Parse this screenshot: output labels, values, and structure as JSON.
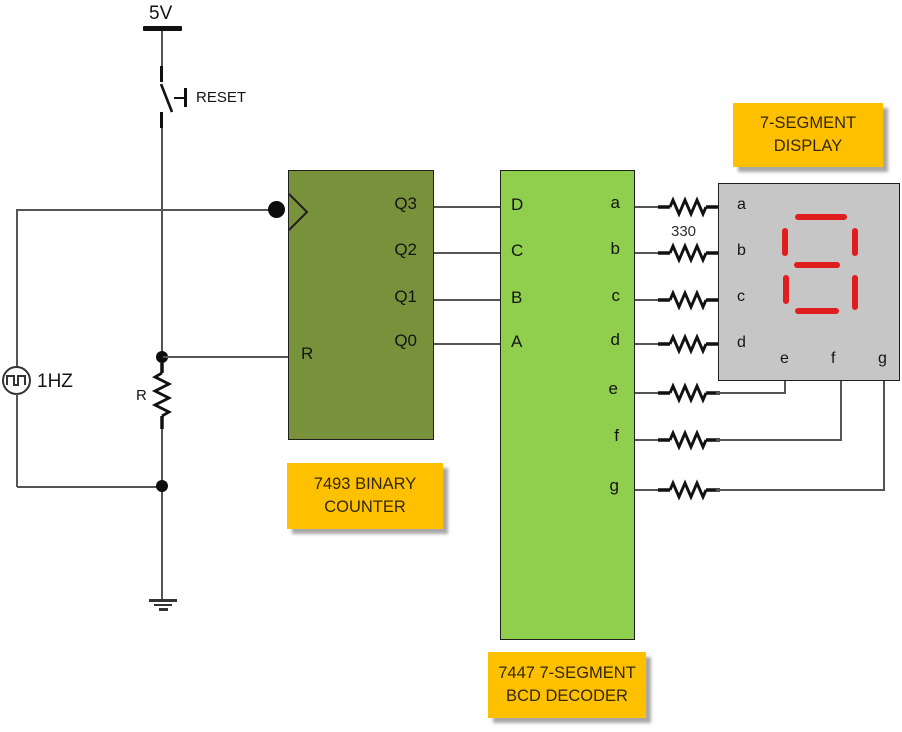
{
  "power": {
    "label": "5V"
  },
  "reset_switch": {
    "label": "RESET"
  },
  "clock_source": {
    "label": "1HZ",
    "icon": "square-wave"
  },
  "pullup_resistor": {
    "label": "R"
  },
  "series_resistor_value": "330",
  "counter": {
    "caption_line1": "7493 BINARY",
    "caption_line2": "COUNTER",
    "reset_pin": "R",
    "outputs": [
      "Q3",
      "Q2",
      "Q1",
      "Q0"
    ]
  },
  "decoder": {
    "caption_line1": "7447 7-SEGMENT",
    "caption_line2": "BCD DECODER",
    "inputs": [
      "D",
      "C",
      "B",
      "A"
    ],
    "outputs": [
      "a",
      "b",
      "c",
      "d",
      "e",
      "f",
      "g"
    ]
  },
  "display": {
    "caption_line1": "7-SEGMENT",
    "caption_line2": "DISPLAY",
    "pins_left": [
      "a",
      "b",
      "c",
      "d"
    ],
    "pins_bottom": [
      "e",
      "f",
      "g"
    ],
    "lit_segments": [
      "a",
      "b",
      "c",
      "d",
      "e",
      "f",
      "g"
    ],
    "shown_value": "8"
  },
  "colors": {
    "counter_fill": "#78923C",
    "decoder_fill": "#90CE4E",
    "display_fill": "#C6C6C6",
    "caption_fill": "#FFC000",
    "segment_red": "#E01E1E",
    "wire": "#555555"
  }
}
